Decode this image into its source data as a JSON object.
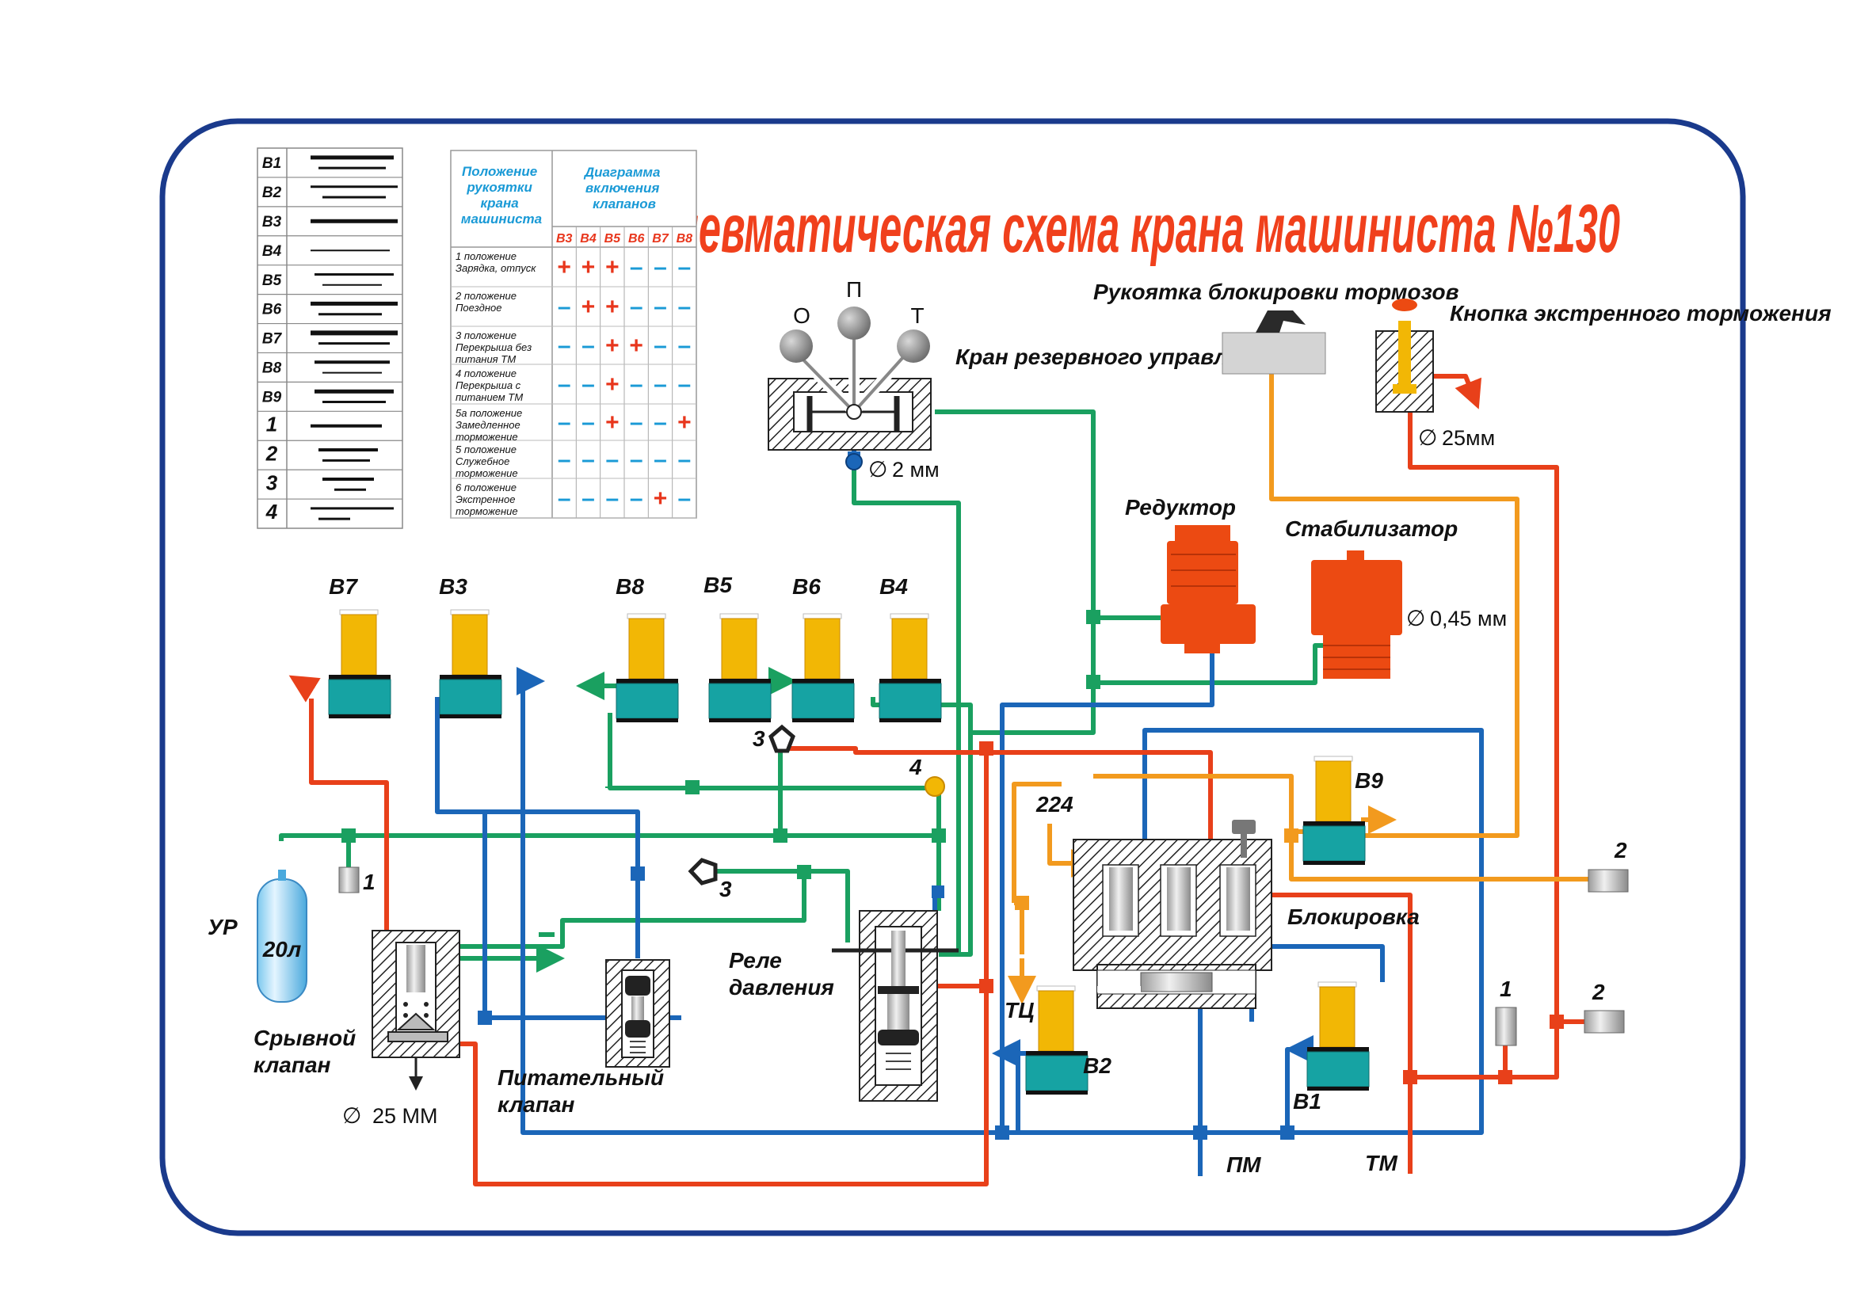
{
  "title": "Пневматическая схема крана машиниста №130",
  "colors": {
    "frame": "#1a3a8c",
    "green_line": "#1aa060",
    "blue_line": "#1b66b8",
    "red_line": "#e8401a",
    "orange_line": "#f29a1e",
    "valve_coil": "#f2b705",
    "valve_body": "#16a3a3",
    "reducer": "#ec4a12",
    "title": "#f0401c"
  },
  "bar_table": {
    "rows": [
      "В1",
      "В2",
      "В3",
      "В4",
      "В5",
      "В6",
      "В7",
      "В8",
      "В9",
      "1",
      "2",
      "3",
      "4"
    ]
  },
  "position_table": {
    "header_position": "Положение рукоятки крана машиниста",
    "header_diagram": "Диаграмма включения клапанов",
    "columns": [
      "В3",
      "В4",
      "В5",
      "В6",
      "В7",
      "В8"
    ],
    "rows": [
      {
        "label": "1 положение Зарядка, отпуск",
        "states": [
          "+",
          "+",
          "+",
          "-",
          "-",
          "-"
        ]
      },
      {
        "label": "2 положение Поездное",
        "states": [
          "-",
          "+",
          "+",
          "-",
          "-",
          "-"
        ]
      },
      {
        "label": "3 положение Перекрыша без питания ТМ",
        "states": [
          "-",
          "-",
          "+",
          "+",
          "-",
          "-"
        ]
      },
      {
        "label": "4 положение Перекрыша с питанием ТМ",
        "states": [
          "-",
          "-",
          "+",
          "-",
          "-",
          "-"
        ]
      },
      {
        "label": "5а положение Замедленное торможение",
        "states": [
          "-",
          "-",
          "+",
          "-",
          "-",
          "+"
        ]
      },
      {
        "label": "5 положение Служебное торможение",
        "states": [
          "-",
          "-",
          "-",
          "-",
          "-",
          "-"
        ]
      },
      {
        "label": "6 положение Экстренное торможение",
        "states": [
          "-",
          "-",
          "-",
          "-",
          "+",
          "-"
        ]
      }
    ]
  },
  "labels": {
    "pos_o": "О",
    "pos_p": "П",
    "pos_t": "Т",
    "reserve_crane": "Кран резервного управления",
    "reserve_orifice": "2 мм",
    "lock_handle": "Рукоятка блокировки тормозов",
    "emergency_button": "Кнопка экстренного торможения",
    "emergency_orifice": "25мм",
    "reducer": "Редуктор",
    "stabilizer": "Стабилизатор",
    "stabilizer_orifice": "0,45 мм",
    "v7": "В7",
    "v3": "В3",
    "v8": "В8",
    "v5": "В5",
    "v6": "В6",
    "v4": "В4",
    "v9": "В9",
    "v2": "В2",
    "v1": "В1",
    "n3_upper": "3",
    "n4": "4",
    "n1_left": "1",
    "n3_lower": "3",
    "n224": "224",
    "n2_upper": "2",
    "n1_right": "1",
    "n2_lower": "2",
    "reservoir": "УР",
    "reservoir_volume": "20л",
    "breakaway_valve": "Срывной клапан",
    "breakaway_orifice": "25 ММ",
    "feed_valve": "Питательный клапан",
    "pressure_relay": "Реле давления",
    "tc": "ТЦ",
    "lock": "Блокировка",
    "pm": "ПМ",
    "tm": "ТМ"
  },
  "symbols": {
    "diameter": "∅"
  }
}
